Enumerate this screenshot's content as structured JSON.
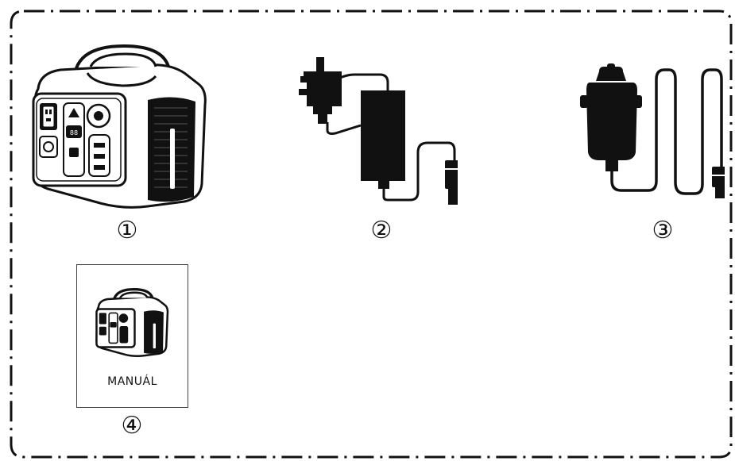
{
  "items": [
    {
      "number": "①",
      "name": "Power station"
    },
    {
      "number": "②",
      "name": "AC adapter"
    },
    {
      "number": "③",
      "name": "Car charger"
    },
    {
      "number": "④",
      "name": "Manual"
    }
  ],
  "manual": {
    "label": "MANUÁL"
  },
  "colors": {
    "ink": "#111111",
    "background": "#ffffff"
  }
}
